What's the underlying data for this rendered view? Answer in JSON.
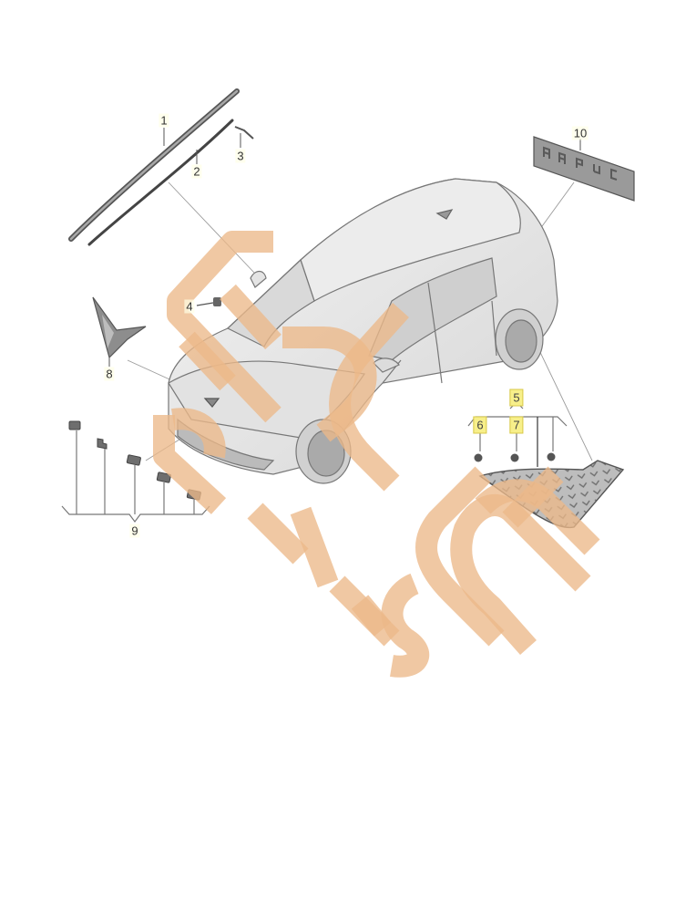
{
  "diagram": {
    "type": "exploded-parts-diagram",
    "subject": "hatchback car exterior trim and emblems",
    "background": "#ffffff",
    "line_color": "#555555",
    "part_fill": "#8a8a8a",
    "highlight_color": "#f7ef8a",
    "watermark_color": "#f0c9a0"
  },
  "callouts": [
    {
      "id": "1",
      "label": "1",
      "part": "roof trim strip",
      "highlighted": false
    },
    {
      "id": "2",
      "label": "2",
      "part": "roof seal strip",
      "highlighted": false
    },
    {
      "id": "3",
      "label": "3",
      "part": "clip",
      "highlighted": false
    },
    {
      "id": "4",
      "label": "4",
      "part": "mounting clip",
      "highlighted": false
    },
    {
      "id": "5",
      "label": "5",
      "part": "fastener set",
      "highlighted": true
    },
    {
      "id": "6",
      "label": "6",
      "part": "nut",
      "highlighted": true
    },
    {
      "id": "7",
      "label": "7",
      "part": "nut",
      "highlighted": true
    },
    {
      "id": "8",
      "label": "8",
      "part": "front emblem",
      "highlighted": false
    },
    {
      "id": "9",
      "label": "9",
      "part": "lettering set",
      "highlighted": false
    },
    {
      "id": "10",
      "label": "10",
      "part": "rear lettering",
      "highlighted": false
    }
  ],
  "rear_lettering_text": "CUPRA",
  "watermark": {
    "text_top": "EPC",
    "text_bottom": "PARTS"
  }
}
